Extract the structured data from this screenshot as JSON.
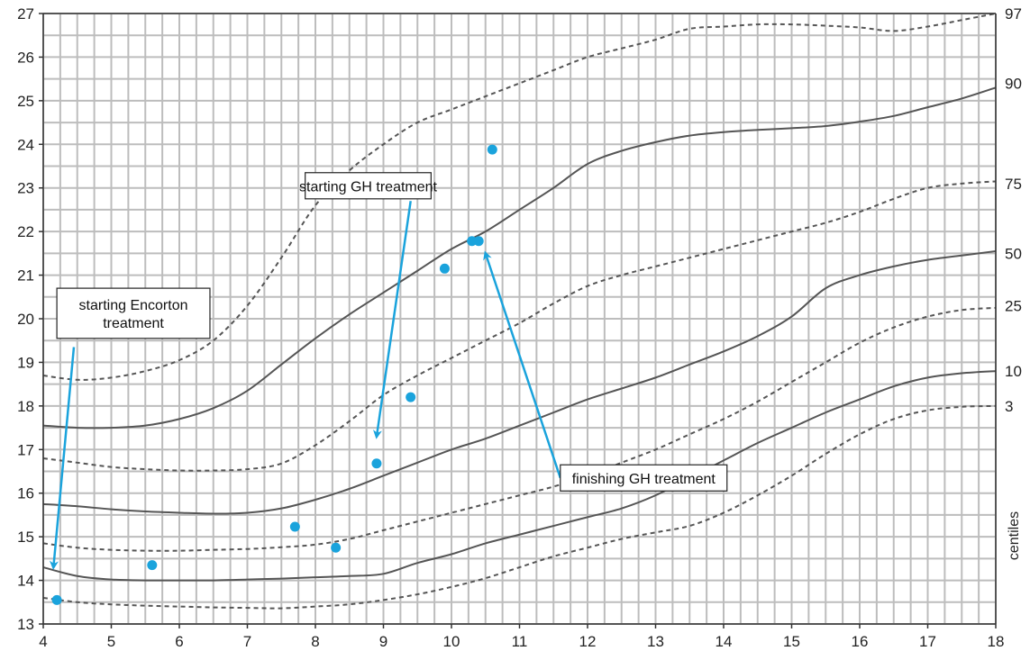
{
  "chart_data": {
    "type": "scatter",
    "title": "",
    "xlabel": "",
    "ylabel": "",
    "right_axis_label": "centiles",
    "xlim": [
      4,
      18
    ],
    "ylim": [
      13,
      27
    ],
    "x_ticks": [
      "4",
      "5",
      "6",
      "7",
      "8",
      "9",
      "10",
      "11",
      "12",
      "13",
      "14",
      "15",
      "16",
      "17",
      "18"
    ],
    "y_ticks": [
      "13",
      "14",
      "15",
      "16",
      "17",
      "18",
      "19",
      "20",
      "21",
      "22",
      "23",
      "24",
      "25",
      "26",
      "27"
    ],
    "grid": true,
    "colors": {
      "points": "#1aa3dc",
      "arrows": "#1aa3dc",
      "curves": "#555555",
      "grid": "#bdbdbd"
    },
    "centile_curves": [
      {
        "name": "97",
        "style": "dashed",
        "x": [
          4,
          4.5,
          5,
          5.5,
          6,
          6.5,
          7,
          7.5,
          8,
          8.5,
          9,
          9.5,
          10,
          10.5,
          11,
          11.5,
          12,
          12.5,
          13,
          13.5,
          14,
          14.5,
          15,
          15.5,
          16,
          16.5,
          17,
          17.5,
          18
        ],
        "y": [
          18.7,
          18.6,
          18.65,
          18.8,
          19.05,
          19.5,
          20.3,
          21.4,
          22.6,
          23.4,
          24.0,
          24.5,
          24.8,
          25.1,
          25.4,
          25.7,
          26.0,
          26.2,
          26.4,
          26.65,
          26.7,
          26.75,
          26.75,
          26.72,
          26.68,
          26.6,
          26.7,
          26.85,
          27.0
        ]
      },
      {
        "name": "90",
        "style": "solid",
        "x": [
          4,
          4.5,
          5,
          5.5,
          6,
          6.5,
          7,
          7.5,
          8,
          8.5,
          9,
          9.5,
          10,
          10.5,
          11,
          11.5,
          12,
          12.5,
          13,
          13.5,
          14,
          14.5,
          15,
          15.5,
          16,
          16.5,
          17,
          17.5,
          18
        ],
        "y": [
          17.55,
          17.5,
          17.5,
          17.55,
          17.7,
          17.95,
          18.35,
          18.95,
          19.55,
          20.1,
          20.6,
          21.1,
          21.6,
          22.0,
          22.5,
          23.0,
          23.55,
          23.85,
          24.05,
          24.2,
          24.28,
          24.33,
          24.37,
          24.42,
          24.52,
          24.65,
          24.85,
          25.05,
          25.3
        ]
      },
      {
        "name": "75",
        "style": "dashed",
        "x": [
          4,
          4.5,
          5,
          5.5,
          6,
          6.5,
          7,
          7.5,
          8,
          8.5,
          9,
          9.5,
          10,
          10.5,
          11,
          11.5,
          12,
          12.5,
          13,
          13.5,
          14,
          14.5,
          15,
          15.5,
          16,
          16.5,
          17,
          17.5,
          18
        ],
        "y": [
          16.8,
          16.7,
          16.6,
          16.55,
          16.52,
          16.52,
          16.55,
          16.68,
          17.1,
          17.65,
          18.25,
          18.7,
          19.1,
          19.5,
          19.9,
          20.35,
          20.75,
          21.0,
          21.2,
          21.4,
          21.6,
          21.8,
          22.0,
          22.2,
          22.45,
          22.75,
          23.0,
          23.1,
          23.15
        ]
      },
      {
        "name": "50",
        "style": "solid",
        "x": [
          4,
          4.5,
          5,
          5.5,
          6,
          6.5,
          7,
          7.5,
          8,
          8.5,
          9,
          9.5,
          10,
          10.5,
          11,
          11.5,
          12,
          12.5,
          13,
          13.5,
          14,
          14.5,
          15,
          15.5,
          16,
          16.5,
          17,
          17.5,
          18
        ],
        "y": [
          15.75,
          15.7,
          15.63,
          15.58,
          15.55,
          15.53,
          15.55,
          15.65,
          15.85,
          16.1,
          16.4,
          16.7,
          17.0,
          17.25,
          17.55,
          17.85,
          18.15,
          18.4,
          18.65,
          18.95,
          19.25,
          19.6,
          20.05,
          20.7,
          21.0,
          21.2,
          21.35,
          21.45,
          21.55
        ]
      },
      {
        "name": "25",
        "style": "dashed",
        "x": [
          4,
          4.5,
          5,
          5.5,
          6,
          6.5,
          7,
          7.5,
          8,
          8.5,
          9,
          9.5,
          10,
          10.5,
          11,
          11.5,
          12,
          12.5,
          13,
          13.5,
          14,
          14.5,
          15,
          15.5,
          16,
          16.5,
          17,
          17.5,
          18
        ],
        "y": [
          14.85,
          14.75,
          14.7,
          14.68,
          14.68,
          14.7,
          14.72,
          14.76,
          14.82,
          14.95,
          15.15,
          15.35,
          15.55,
          15.75,
          15.95,
          16.15,
          16.4,
          16.7,
          17.0,
          17.35,
          17.7,
          18.1,
          18.55,
          19.0,
          19.45,
          19.8,
          20.05,
          20.2,
          20.25
        ]
      },
      {
        "name": "10",
        "style": "solid",
        "x": [
          4,
          4.5,
          5,
          5.5,
          6,
          6.5,
          7,
          7.5,
          8,
          8.5,
          9,
          9.5,
          10,
          10.5,
          11,
          11.5,
          12,
          12.5,
          13,
          13.5,
          14,
          14.5,
          15,
          15.5,
          16,
          16.5,
          17,
          17.5,
          18
        ],
        "y": [
          14.3,
          14.1,
          14.02,
          14.0,
          14.0,
          14.0,
          14.02,
          14.04,
          14.07,
          14.1,
          14.15,
          14.4,
          14.6,
          14.85,
          15.05,
          15.25,
          15.45,
          15.65,
          15.95,
          16.35,
          16.75,
          17.15,
          17.5,
          17.85,
          18.15,
          18.45,
          18.65,
          18.75,
          18.8
        ]
      },
      {
        "name": "3",
        "style": "dashed",
        "x": [
          4,
          4.5,
          5,
          5.5,
          6,
          6.5,
          7,
          7.5,
          8,
          8.5,
          9,
          9.5,
          10,
          10.5,
          11,
          11.5,
          12,
          12.5,
          13,
          13.5,
          14,
          14.5,
          15,
          15.5,
          16,
          16.5,
          17,
          17.5,
          18
        ],
        "y": [
          13.6,
          13.5,
          13.45,
          13.42,
          13.4,
          13.38,
          13.37,
          13.36,
          13.4,
          13.45,
          13.55,
          13.68,
          13.85,
          14.05,
          14.3,
          14.55,
          14.75,
          14.95,
          15.1,
          15.25,
          15.55,
          15.95,
          16.4,
          16.9,
          17.35,
          17.7,
          17.9,
          17.98,
          18.0
        ]
      }
    ],
    "centile_labels": [
      {
        "label": "97",
        "y": 27.0
      },
      {
        "label": "90",
        "y": 25.4
      },
      {
        "label": "75",
        "y": 23.1
      },
      {
        "label": "50",
        "y": 21.5
      },
      {
        "label": "25",
        "y": 20.3
      },
      {
        "label": "10",
        "y": 18.8
      },
      {
        "label": "3",
        "y": 18.0
      }
    ],
    "points": [
      {
        "x": 4.2,
        "y": 13.55
      },
      {
        "x": 5.6,
        "y": 14.35
      },
      {
        "x": 7.7,
        "y": 15.23
      },
      {
        "x": 8.3,
        "y": 14.75
      },
      {
        "x": 8.9,
        "y": 16.68
      },
      {
        "x": 9.4,
        "y": 18.2
      },
      {
        "x": 9.9,
        "y": 21.15
      },
      {
        "x": 10.3,
        "y": 21.78
      },
      {
        "x": 10.4,
        "y": 21.78
      },
      {
        "x": 10.6,
        "y": 23.88
      }
    ],
    "annotations": [
      {
        "lines": [
          "starting Encorton",
          "treatment"
        ],
        "box": {
          "x0": 4.2,
          "y0": 20.7,
          "x1": 6.45,
          "y1": 19.55
        },
        "arrow_from": [
          4.45,
          19.35
        ],
        "arrow_to": [
          4.15,
          14.3
        ]
      },
      {
        "lines": [
          "starting GH treatment"
        ],
        "box": {
          "x0": 7.85,
          "y0": 23.35,
          "x1": 9.7,
          "y1": 22.75
        },
        "arrow_from": [
          9.4,
          22.7
        ],
        "arrow_to": [
          8.9,
          17.3
        ]
      },
      {
        "lines": [
          "finishing GH treatment"
        ],
        "box": {
          "x0": 11.6,
          "y0": 16.65,
          "x1": 14.05,
          "y1": 16.05
        },
        "arrow_from": [
          11.6,
          16.35
        ],
        "arrow_to": [
          10.5,
          21.5
        ]
      }
    ]
  }
}
